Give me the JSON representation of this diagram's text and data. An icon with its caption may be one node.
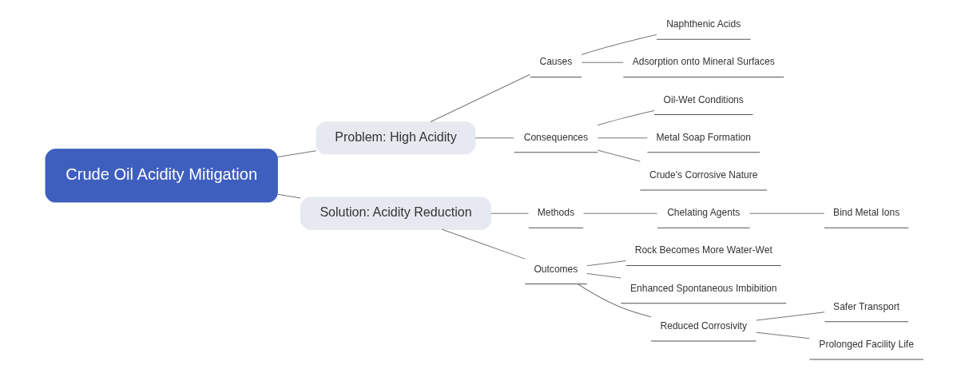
{
  "diagram": {
    "nodes": [
      {
        "text": [
          "Crude Oil Acidity Mitigation"
        ]
      },
      {
        "text": [
          "Problem: High Acidity"
        ]
      },
      {
        "text": [
          "Causes"
        ]
      },
      {
        "text": [
          "Naphthenic Acids"
        ]
      },
      {
        "text": [
          "Adsorption onto Mineral Surfaces"
        ]
      },
      {
        "text": [
          "Consequences"
        ]
      },
      {
        "text": [
          "Oil-Wet Conditions"
        ]
      },
      {
        "text": [
          "Metal Soap Formation"
        ]
      },
      {
        "text": [
          "Crude's Corrosive Nature"
        ]
      },
      {
        "text": [
          "Solution: Acidity Reduction"
        ]
      },
      {
        "text": [
          "Methods"
        ]
      },
      {
        "text": [
          "Chelating Agents"
        ]
      },
      {
        "text": [
          "Bind Metal Ions"
        ]
      },
      {
        "text": [
          "Outcomes"
        ]
      },
      {
        "text": [
          "Rock Becomes More Water-Wet"
        ]
      },
      {
        "text": [
          "Enhanced Spontaneous Imbibition"
        ]
      },
      {
        "text": [
          "Reduced Corrosivity"
        ]
      },
      {
        "text": [
          "Safer Transport"
        ]
      },
      {
        "text": [
          "Prolonged Facility Life"
        ]
      }
    ],
    "edges": [
      {
        "from": 0,
        "to": 1,
        "arrow": "none"
      },
      {
        "from": 1,
        "to": 2,
        "arrow": "none"
      },
      {
        "from": 2,
        "to": 3,
        "arrow": "none"
      },
      {
        "from": 2,
        "to": 4,
        "arrow": "none"
      },
      {
        "from": 1,
        "to": 5,
        "arrow": "none"
      },
      {
        "from": 5,
        "to": 6,
        "arrow": "none"
      },
      {
        "from": 5,
        "to": 7,
        "arrow": "none"
      },
      {
        "from": 5,
        "to": 8,
        "arrow": "none"
      },
      {
        "from": 0,
        "to": 9,
        "arrow": "none"
      },
      {
        "from": 9,
        "to": 10,
        "arrow": "none"
      },
      {
        "from": 10,
        "to": 11,
        "arrow": "none"
      },
      {
        "from": 11,
        "to": 12,
        "arrow": "none"
      },
      {
        "from": 9,
        "to": 13,
        "arrow": "none"
      },
      {
        "from": 13,
        "to": 14,
        "arrow": "none"
      },
      {
        "from": 13,
        "to": 15,
        "arrow": "none"
      },
      {
        "from": 13,
        "to": 16,
        "arrow": "none"
      },
      {
        "from": 16,
        "to": 17,
        "arrow": "none"
      },
      {
        "from": 16,
        "to": 18,
        "arrow": "none"
      }
    ]
  }
}
